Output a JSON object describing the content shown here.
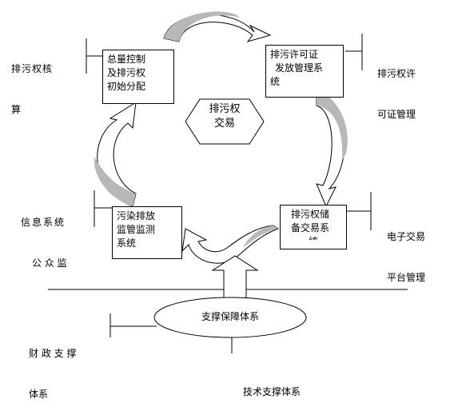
{
  "center": {
    "line1": "排污权",
    "line2": "交易"
  },
  "boxes": {
    "total": {
      "l1": "总量控制",
      "l2": "及排污权",
      "l3": "初始分配"
    },
    "permit": {
      "l1": "排污许可证",
      "l2": "发放管理系",
      "l3": "统"
    },
    "reserve": {
      "l1": "排污权储",
      "l2": "备交易系",
      "l3": "统"
    },
    "monitor": {
      "l1": "污染排放",
      "l2": "监管监测",
      "l3": "系统"
    }
  },
  "side_labels": {
    "accounting": {
      "l1": "排污权核",
      "l2": "算"
    },
    "permit_mgmt": {
      "l1": "排污权许",
      "l2": "可证管理"
    },
    "info_public": {
      "l1": "信息系统",
      "l2": "公 众 监"
    },
    "ecommerce": {
      "l1": "电子交易",
      "l2": "平台管理"
    },
    "finance": {
      "l1": "财 政 支 撑",
      "l2": "体系"
    },
    "tech": {
      "l1": "技术支撑体系"
    }
  },
  "support": {
    "label": "支撑保障体系"
  }
}
